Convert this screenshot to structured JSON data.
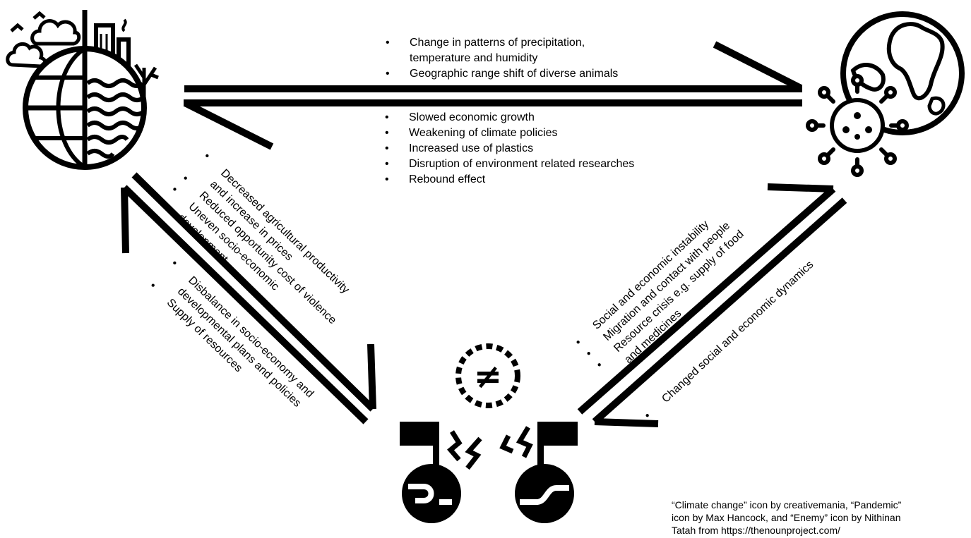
{
  "top_arrow_upper_text": {
    "items": [
      "Change in patterns of precipitation, temperature and humidity",
      "Geographic range shift of diverse animals"
    ]
  },
  "top_arrow_lower_text": {
    "items": [
      "Slowed economic growth",
      "Weakening of climate policies",
      "Increased use of plastics",
      "Disruption of environment related researches",
      "Rebound effect"
    ]
  },
  "left_arrow_upper_text": {
    "items": [
      "Decreased agricultural productivity and increase in prices",
      "Reduced opportunity cost of violence",
      "Uneven socio-economic development"
    ]
  },
  "left_arrow_lower_text": {
    "items": [
      "Disbalance in socio-economy and developmental plans and policies",
      "Supply of resources"
    ]
  },
  "right_arrow_upper_text": {
    "items": [
      "Social and economic instability",
      "Migration and contact with people",
      "Resource crisis e.g. supply of food and medicines"
    ]
  },
  "right_arrow_lower_text": {
    "items": [
      "Changed social and economic dynamics"
    ]
  },
  "credit": "“Climate change” icon by creativemania, “Pandemic” icon by Max Hancock, and “Enemy” icon by Nithinan Tatah from https://thenounproject.com/",
  "icons": {
    "top_left": "climate-change-icon",
    "top_right": "pandemic-icon",
    "bottom": "enemy-icon"
  }
}
